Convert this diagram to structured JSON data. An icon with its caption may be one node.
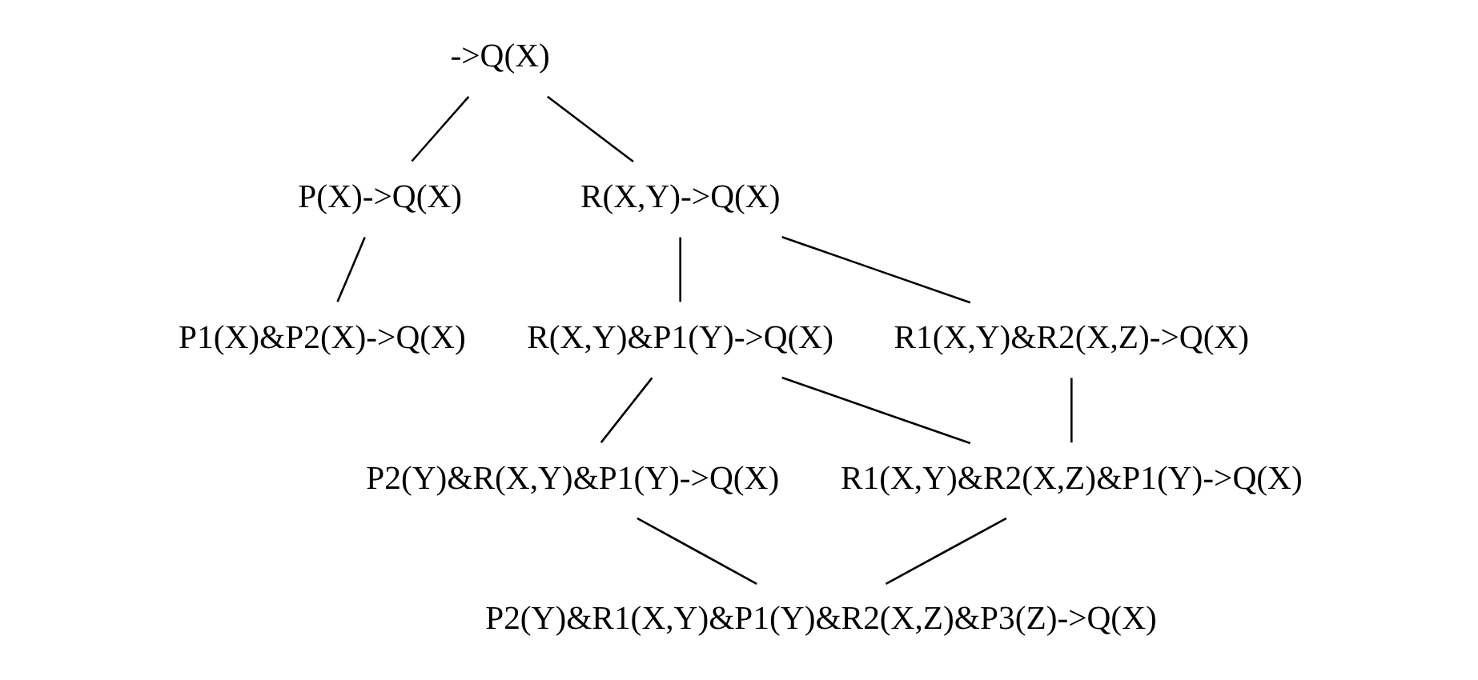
{
  "diagram": {
    "nodes": [
      {
        "text": [
          "->Q(X)"
        ]
      },
      {
        "text": [
          "P(X)->Q(X)"
        ]
      },
      {
        "text": [
          "R(X,Y)->Q(X)"
        ]
      },
      {
        "text": [
          "P1(X)&P2(X)->Q(X)"
        ]
      },
      {
        "text": [
          "R(X,Y)&P1(Y)->Q(X)"
        ]
      },
      {
        "text": [
          "R1(X,Y)&R2(X,Z)->Q(X)"
        ]
      },
      {
        "text": [
          "P2(Y)&R(X,Y)&P1(Y)->Q(X)"
        ]
      },
      {
        "text": [
          "R1(X,Y)&R2(X,Z)&P1(Y)->Q(X)"
        ]
      },
      {
        "text": [
          "P2(Y)&R1(X,Y)&P1(Y)&R2(X,Z)&P3(Z)->Q(X)"
        ]
      }
    ],
    "edges": [
      {
        "from": 0,
        "to": 1,
        "arrow": "none"
      },
      {
        "from": 0,
        "to": 2,
        "arrow": "none"
      },
      {
        "from": 1,
        "to": 3,
        "arrow": "none"
      },
      {
        "from": 2,
        "to": 4,
        "arrow": "none"
      },
      {
        "from": 2,
        "to": 5,
        "arrow": "none"
      },
      {
        "from": 4,
        "to": 6,
        "arrow": "none"
      },
      {
        "from": 4,
        "to": 7,
        "arrow": "none"
      },
      {
        "from": 5,
        "to": 7,
        "arrow": "none"
      },
      {
        "from": 6,
        "to": 8,
        "arrow": "none"
      },
      {
        "from": 7,
        "to": 8,
        "arrow": "none"
      }
    ]
  }
}
